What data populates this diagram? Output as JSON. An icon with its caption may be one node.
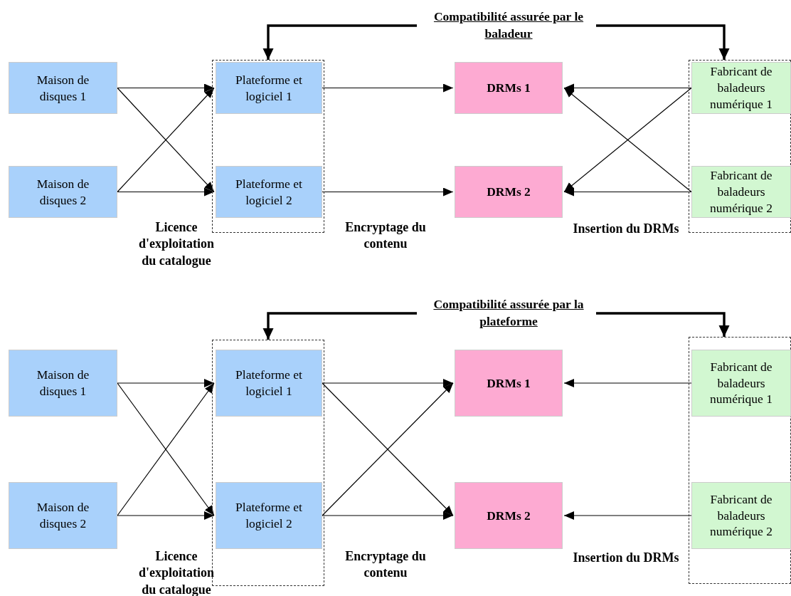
{
  "diagram": {
    "nodes": [
      {
        "text": [
          "Compatibilité assurée par le baladeur"
        ]
      },
      {
        "text": [],
        "shape": "box"
      },
      {
        "text": [
          "Maison de disques 1"
        ]
      },
      {
        "text": [
          "Plateforme et logiciel 1"
        ],
        "in": 1
      },
      {
        "text": [
          "DRMs 1"
        ]
      },
      {
        "text": [],
        "shape": "box"
      },
      {
        "text": [
          "Fabricant de baladeurs numérique 1"
        ],
        "in": 5
      },
      {
        "text": [
          "Maison de disques 2"
        ]
      },
      {
        "text": [
          "Plateforme et logiciel 2"
        ],
        "in": 1
      },
      {
        "text": [
          "DRMs 2"
        ]
      },
      {
        "text": [
          "Fabricant de baladeurs numérique 2"
        ],
        "in": 5
      },
      {
        "text": [
          "Compatibilité assurée par la plateforme"
        ]
      },
      {
        "text": [],
        "shape": "box"
      },
      {
        "text": [
          "Maison de disques 1"
        ]
      },
      {
        "text": [
          "Plateforme et logiciel 1"
        ],
        "in": 12
      },
      {
        "text": [
          "DRMs 1"
        ]
      },
      {
        "text": [],
        "shape": "box"
      },
      {
        "text": [
          "Fabricant de baladeurs numérique 1"
        ],
        "in": 16
      },
      {
        "text": [
          "Maison de disques 2"
        ]
      },
      {
        "text": [
          "Plateforme et logiciel 2"
        ],
        "in": 12
      },
      {
        "text": [
          "DRMs 2"
        ]
      },
      {
        "text": [
          "Fabricant de baladeurs numérique 2"
        ],
        "in": 16
      }
    ],
    "edges": [
      {
        "from": 0,
        "to": 1,
        "arrow": "to",
        "style": "thick"
      },
      {
        "from": 0,
        "to": 5,
        "arrow": "to",
        "style": "thick"
      },
      {
        "from": 2,
        "to": 3,
        "arrow": "to"
      },
      {
        "from": 2,
        "to": 8,
        "arrow": "to"
      },
      {
        "from": 7,
        "to": 3,
        "arrow": "to"
      },
      {
        "from": 7,
        "to": 8,
        "arrow": "to"
      },
      {
        "from": 3,
        "to": 4,
        "arrow": "to"
      },
      {
        "from": 8,
        "to": 9,
        "arrow": "to"
      },
      {
        "from": 6,
        "to": 4,
        "arrow": "to"
      },
      {
        "from": 6,
        "to": 9,
        "arrow": "to"
      },
      {
        "from": 10,
        "to": 4,
        "arrow": "to"
      },
      {
        "from": 10,
        "to": 9,
        "arrow": "to"
      },
      {
        "from": 11,
        "to": 12,
        "arrow": "to",
        "style": "thick"
      },
      {
        "from": 11,
        "to": 16,
        "arrow": "to",
        "style": "thick"
      },
      {
        "from": 13,
        "to": 14,
        "arrow": "to"
      },
      {
        "from": 13,
        "to": 19,
        "arrow": "to"
      },
      {
        "from": 18,
        "to": 14,
        "arrow": "to"
      },
      {
        "from": 18,
        "to": 19,
        "arrow": "to"
      },
      {
        "from": 14,
        "to": 15,
        "arrow": "to"
      },
      {
        "from": 14,
        "to": 20,
        "arrow": "to"
      },
      {
        "from": 19,
        "to": 15,
        "arrow": "to"
      },
      {
        "from": 19,
        "to": 20,
        "arrow": "to"
      },
      {
        "from": 17,
        "to": 15,
        "arrow": "to"
      },
      {
        "from": 21,
        "to": 20,
        "arrow": "to"
      }
    ],
    "labels": [
      "Licence d'exploitation du catalogue",
      "Encryptage du contenu",
      "Insertion du DRMs",
      "Licence d'exploitation du catalogue",
      "Encryptage du contenu",
      "Insertion du DRMs"
    ]
  }
}
